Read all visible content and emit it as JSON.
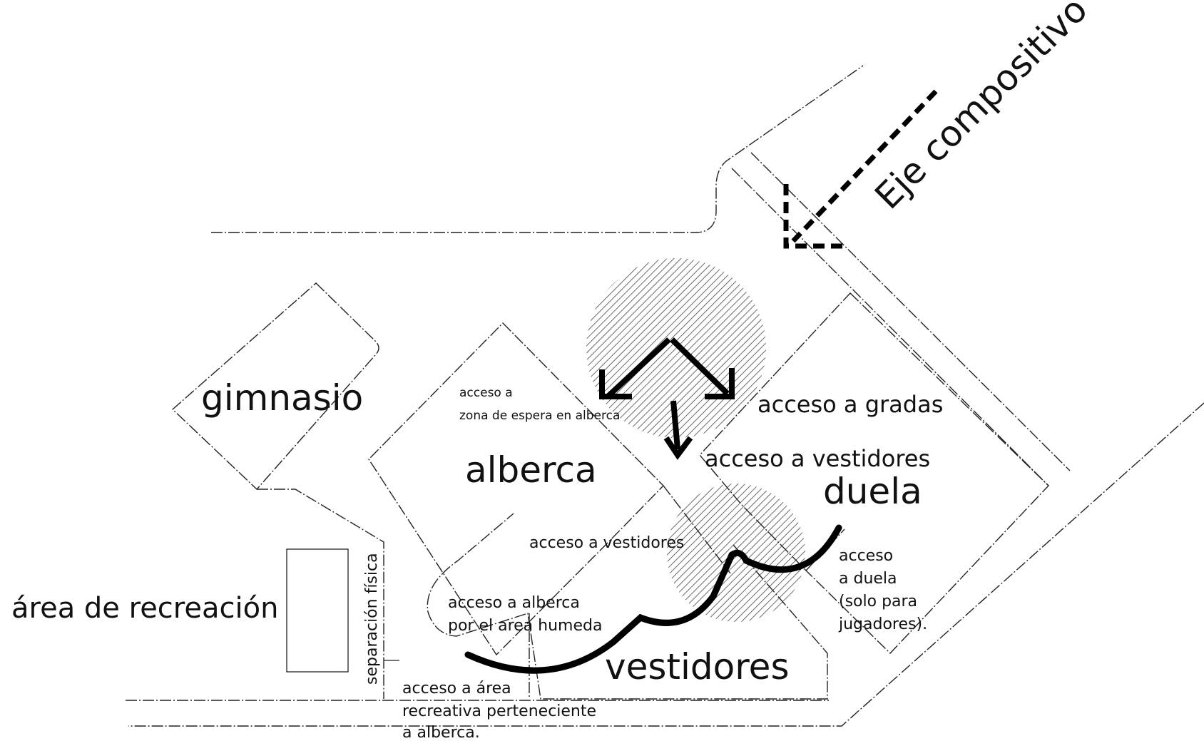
{
  "diagram": {
    "axis_label": "Eje compositivo",
    "zones": {
      "gimnasio": "gimnasio",
      "alberca": "alberca",
      "duela": "duela",
      "vestidores": "vestidores",
      "recreacion": "área de recreación"
    },
    "separacion": "separación física",
    "labels": {
      "espera_line1": "acceso a",
      "espera_line2": "zona de espera en alberca",
      "gradas": "acceso a gradas",
      "vestidores_duela": "acceso a vestidores",
      "vestidores_alberca": "acceso a vestidores",
      "alberca_humeda_line1": "acceso a alberca",
      "alberca_humeda_line2": "por el area humeda",
      "duela_line1": "acceso",
      "duela_line2": "a duela",
      "duela_line3": "(solo para",
      "duela_line4": "jugadores).",
      "recreativa_line1": "acceso a área",
      "recreativa_line2": "recreativa perteneciente",
      "recreativa_line3": "a alberca."
    }
  }
}
